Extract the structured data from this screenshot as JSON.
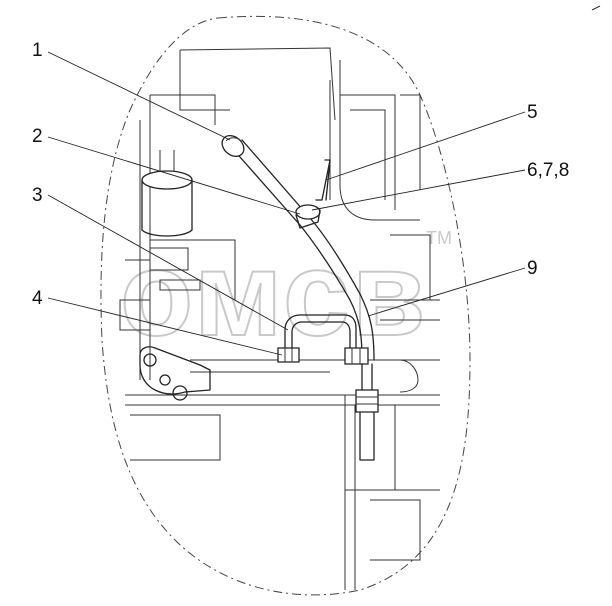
{
  "callouts": {
    "c1": "1",
    "c2": "2",
    "c3": "3",
    "c4": "4",
    "c5": "5",
    "c678": "6,7,8",
    "c9": "9"
  },
  "watermark": {
    "text": "омсв",
    "trademark": "TM"
  },
  "colors": {
    "lines": "#222222",
    "watermark": "#c9c9c9"
  }
}
